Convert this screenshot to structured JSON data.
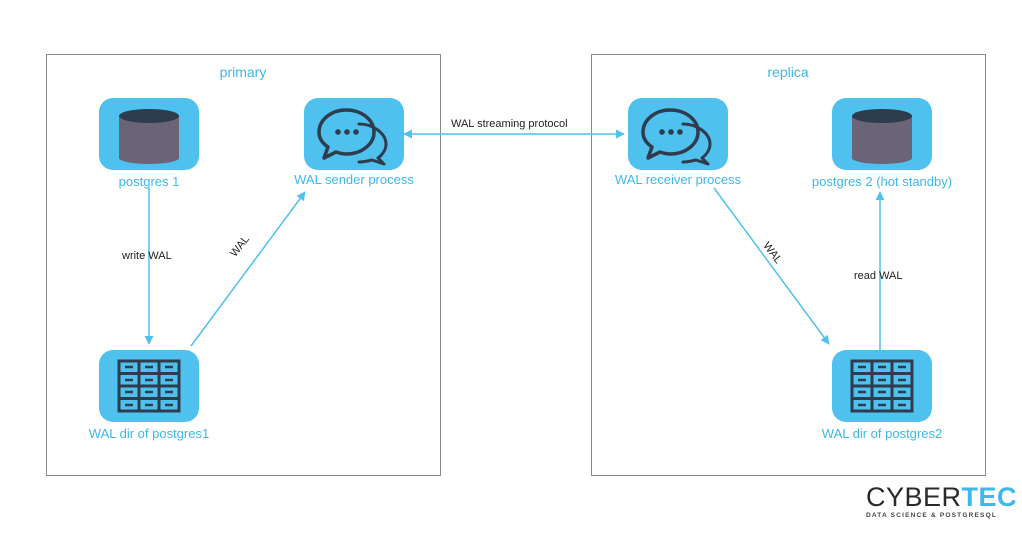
{
  "primary": {
    "title": "primary",
    "postgres": "postgres 1",
    "sender": "WAL sender process",
    "waldir": "WAL dir of postgres1",
    "edge_write": "write WAL",
    "edge_wal": "WAL"
  },
  "replica": {
    "title": "replica",
    "receiver": "WAL receiver process",
    "postgres": "postgres 2 (hot standby)",
    "waldir": "WAL dir of postgres2",
    "edge_wal": "WAL",
    "edge_read": "read WAL"
  },
  "link": {
    "label": "WAL streaming protocol"
  },
  "logo": {
    "main_a": "CYBER",
    "main_b": "TEC",
    "sub": "DATA SCIENCE & POSTGRESQL"
  },
  "colors": {
    "accent": "#4ec1ee",
    "text_accent": "#3db8e9",
    "icon_dark": "#2f3c4d",
    "db_body": "#6b6476"
  },
  "icons": [
    "database-icon",
    "chat-bubbles-icon",
    "file-cabinet-icon"
  ]
}
